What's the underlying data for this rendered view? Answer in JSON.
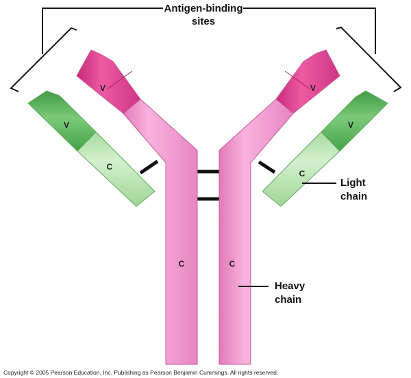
{
  "labels": {
    "antigen_line1": "Antigen-binding",
    "antigen_line2": "sites",
    "light_line1": "Light",
    "light_line2": "chain",
    "heavy_line1": "Heavy",
    "heavy_line2": "chain"
  },
  "segments": {
    "variable": "V",
    "constant": "C"
  },
  "copyright": "Copyright © 2005 Pearson Education, Inc. Publishing as Pearson Benjamin Cummings. All rights reserved.",
  "colors": {
    "heavy_chain": "#f39bd3",
    "heavy_variable": "#e0418f",
    "light_chain": "#b8e3b0",
    "light_variable": "#5db85c",
    "bond": "#111111"
  }
}
